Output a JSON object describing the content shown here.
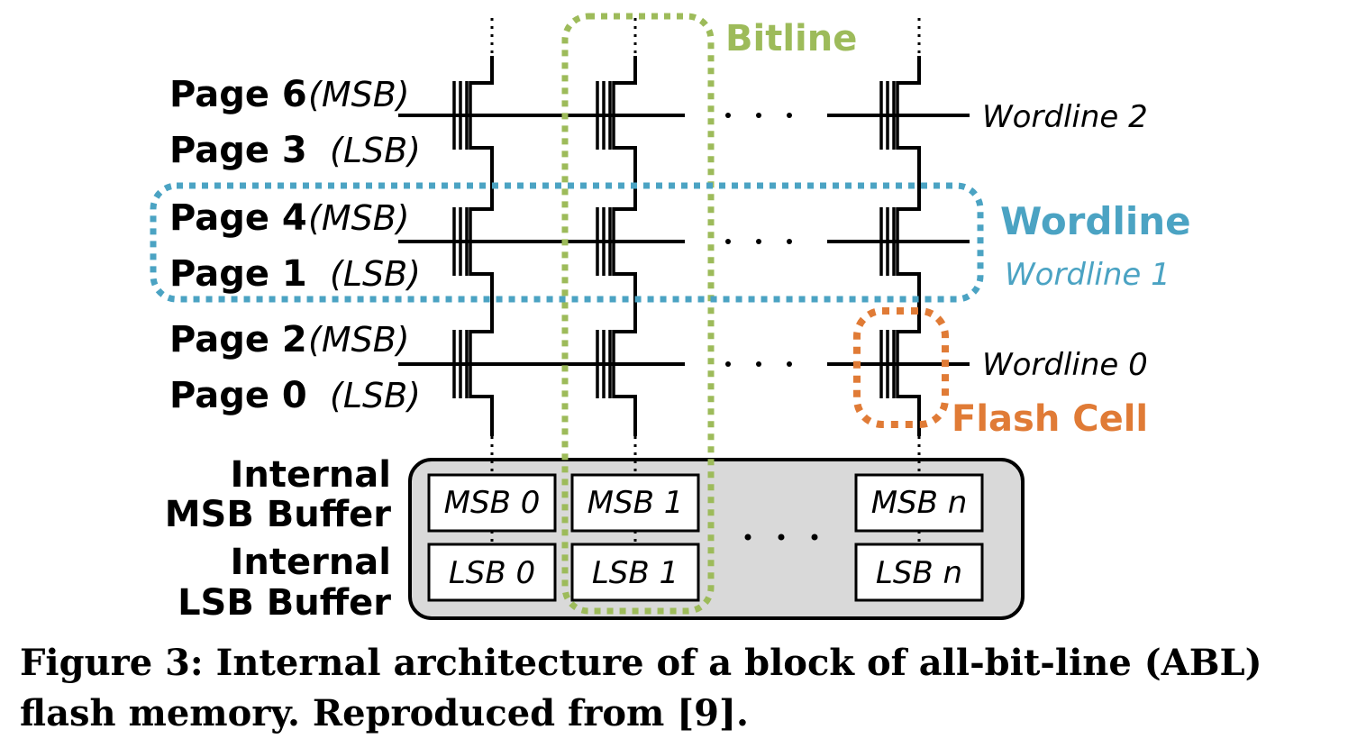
{
  "diagram": {
    "pages": [
      {
        "page": "Page 6",
        "bit": "(MSB)"
      },
      {
        "page": "Page 3",
        "bit": "(LSB)"
      },
      {
        "page": "Page 4",
        "bit": "(MSB)"
      },
      {
        "page": "Page 1",
        "bit": "(LSB)"
      },
      {
        "page": "Page 2",
        "bit": "(MSB)"
      },
      {
        "page": "Page 0",
        "bit": "(LSB)"
      }
    ],
    "wordline_labels": {
      "wl2": "Wordline 2",
      "wl1_title": "Wordline",
      "wl1": "Wordline 1",
      "wl0": "Wordline 0"
    },
    "bitline_label": "Bitline",
    "flash_cell_label": "Flash Cell",
    "buffers": {
      "msb_label_line1": "Internal",
      "msb_label_line2": "MSB Buffer",
      "lsb_label_line1": "Internal",
      "lsb_label_line2": "LSB Buffer",
      "msb_cells": [
        "MSB 0",
        "MSB 1",
        "MSB n"
      ],
      "lsb_cells": [
        "LSB 0",
        "LSB 1",
        "LSB n"
      ]
    },
    "colors": {
      "bitline": "#9dbb5a",
      "wordline": "#4ba3c3",
      "flash_cell": "#e07b36",
      "buffer_fill": "#d9d9d9"
    }
  },
  "caption": {
    "text": "Figure 3: Internal architecture of a block of all-bit-line (ABL) flash memory. Reproduced from [9]."
  }
}
